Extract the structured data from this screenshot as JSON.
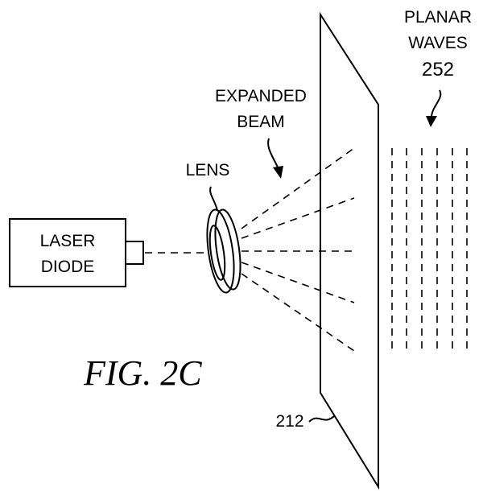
{
  "labels": {
    "laser_line1": "LASER",
    "laser_line2": "DIODE",
    "lens": "LENS",
    "expanded_line1": "EXPANDED",
    "expanded_line2": "BEAM",
    "planar_line1": "PLANAR",
    "planar_line2": "WAVES",
    "planar_ref": "252",
    "plate_ref": "212",
    "figure_caption": "FIG. 2C"
  }
}
